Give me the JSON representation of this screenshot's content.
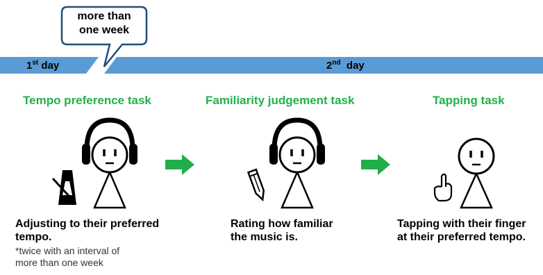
{
  "callout": {
    "text_line1": "more than",
    "text_line2": "one week"
  },
  "timeline": {
    "day1_num": "1",
    "day1_sup": "st",
    "day1_word": "day",
    "day2_num": "2",
    "day2_sup": "nd",
    "day2_word": "day",
    "bar_color": "#5b9bd5"
  },
  "tasks": [
    {
      "title": "Tempo preference task",
      "tool_icon": "metronome-icon",
      "caption_line1": "Adjusting to their preferred",
      "caption_line2": "tempo.",
      "note_line1": "*twice with an interval of",
      "note_line2": "more than one week"
    },
    {
      "title": "Familiarity judgement task",
      "tool_icon": "pencil-icon",
      "caption_line1": "Rating how familiar",
      "caption_line2": "the music is."
    },
    {
      "title": "Tapping task",
      "tool_icon": "pointing-hand-icon",
      "caption_line1": "Tapping with their finger",
      "caption_line2": "at their preferred tempo."
    }
  ],
  "colors": {
    "accent_green": "#21b04b",
    "arrow_green": "#1fae4a"
  }
}
